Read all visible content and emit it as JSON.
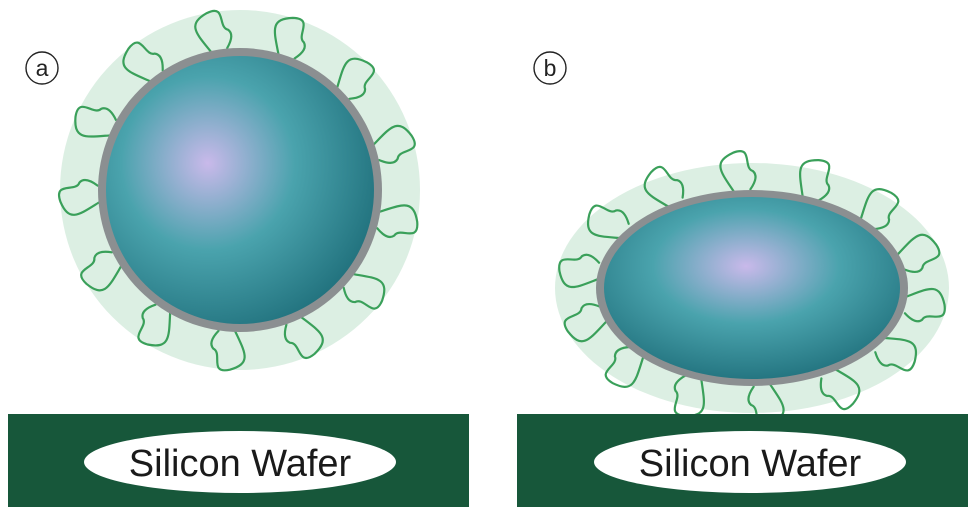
{
  "panels": [
    {
      "id": "a",
      "label": "a",
      "substrate": "Silicon Wafer",
      "particle": "spherical"
    },
    {
      "id": "b",
      "label": "b",
      "substrate": "Silicon Wafer",
      "particle": "flattened"
    }
  ],
  "colors": {
    "wafer": "#17573a",
    "corona": "#dcefe3",
    "shell": "#8b8f91",
    "core_center": "#c8b8e8",
    "core_mid": "#3f9aa6",
    "core_edge": "#1e6d78",
    "ligand": "#3aa05a",
    "wafer_label_bg": "#ffffff"
  }
}
